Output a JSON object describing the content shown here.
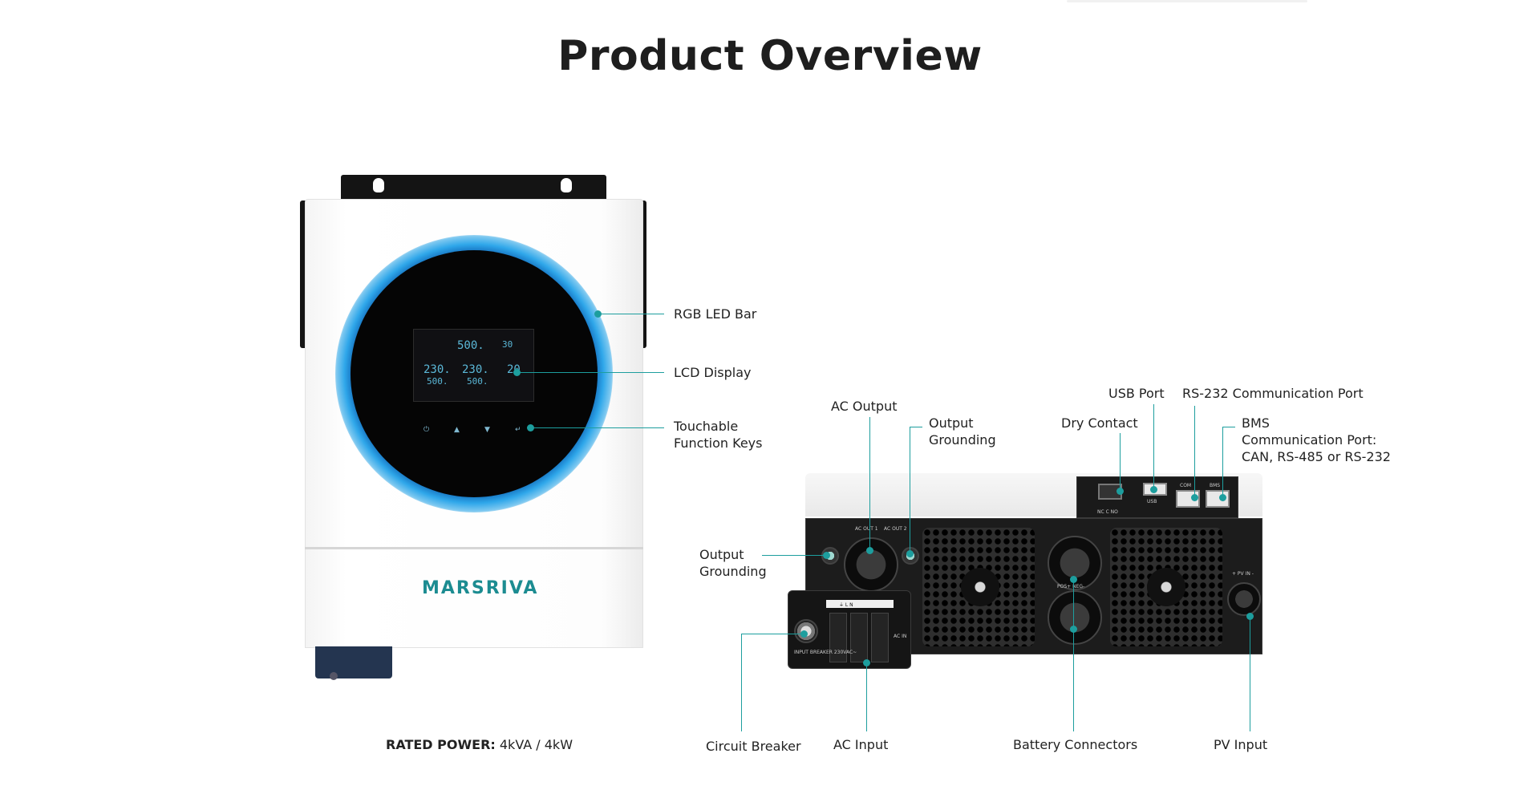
{
  "page": {
    "title": "Product Overview"
  },
  "front": {
    "brand": "MARSRIVA",
    "lcd_readouts": [
      "500.",
      "230.",
      "230.",
      "500.",
      "500.",
      "20",
      "30"
    ],
    "rated_power_label": "RATED POWER:",
    "rated_power_value": "4kVA / 4kW"
  },
  "front_callouts": {
    "rgb_led_bar": "RGB LED Bar",
    "lcd_display": "LCD Display",
    "touch_keys_line1": "Touchable",
    "touch_keys_line2": "Function Keys"
  },
  "back_callouts": {
    "ac_output": "AC Output",
    "output_grounding_top_line1": "Output",
    "output_grounding_top_line2": "Grounding",
    "usb_port": "USB Port",
    "rs232_port": "RS-232 Communication Port",
    "dry_contact": "Dry Contact",
    "bms_line1": "BMS",
    "bms_line2": "Communication Port:",
    "bms_line3": "CAN, RS-485 or RS-232",
    "output_grounding_left_line1": "Output",
    "output_grounding_left_line2": "Grounding",
    "circuit_breaker": "Circuit Breaker",
    "ac_input": "AC Input",
    "battery_connectors": "Battery Connectors",
    "pv_input": "PV Input"
  },
  "back_silkscreen": {
    "ac_out_1": "AC OUT 1",
    "ac_out_2": "AC OUT 2",
    "usb": "USB",
    "com": "COM",
    "bms": "BMS",
    "dry": "NC C NO",
    "pv_in": "+ PV IN -",
    "bat": "POS+ NEG-",
    "breaker": "INPUT BREAKER 230VAC~",
    "ac_in": "AC IN",
    "lln": "⏚ L N"
  },
  "colors": {
    "accent": "#1d9e9e",
    "ring_blue": "#1f8fd6",
    "brand": "#1c8c91"
  }
}
